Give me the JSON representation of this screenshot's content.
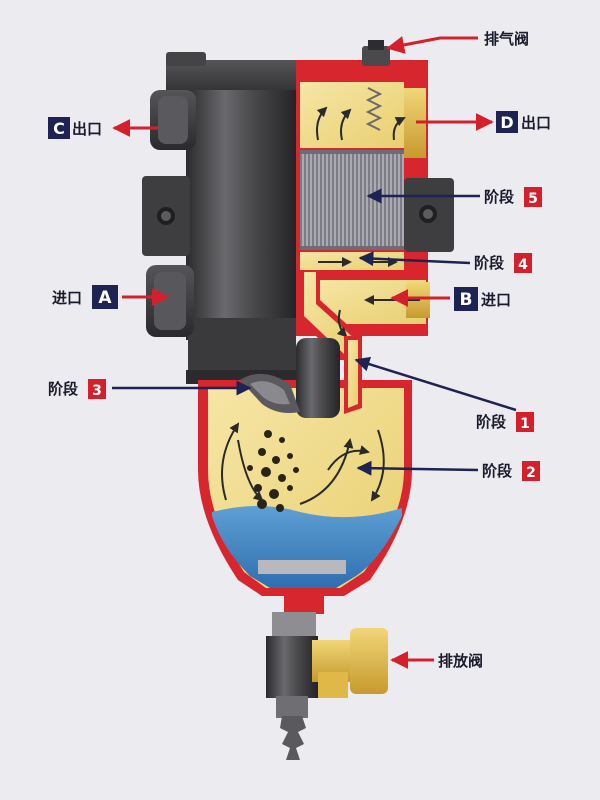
{
  "diagram": {
    "labels": {
      "vent_valve": "排气阀",
      "outlet_c": {
        "letter": "C",
        "text": "出口"
      },
      "outlet_d": {
        "letter": "D",
        "text": "出口"
      },
      "inlet_a": {
        "text": "进口",
        "letter": "A"
      },
      "inlet_b": {
        "letter": "B",
        "text": "进口"
      },
      "stage_1": {
        "text": "阶段",
        "num": "1"
      },
      "stage_2": {
        "text": "阶段",
        "num": "2"
      },
      "stage_3": {
        "text": "阶段",
        "num": "3"
      },
      "stage_4": {
        "text": "阶段",
        "num": "4"
      },
      "stage_5": {
        "text": "阶段",
        "num": "5"
      },
      "drain_valve": "排放阀"
    },
    "colors": {
      "arrow": "#d4202c",
      "leader_line": "#1d2352",
      "letter_badge": "#1d2352",
      "number_badge": "#d4202c",
      "housing_red": "#d7262e",
      "fuel_yellow": "#f0dc8a",
      "water_blue": "#3f86c4",
      "metal_dark": "#3a3a3c",
      "brass": "#e6c24d"
    }
  }
}
